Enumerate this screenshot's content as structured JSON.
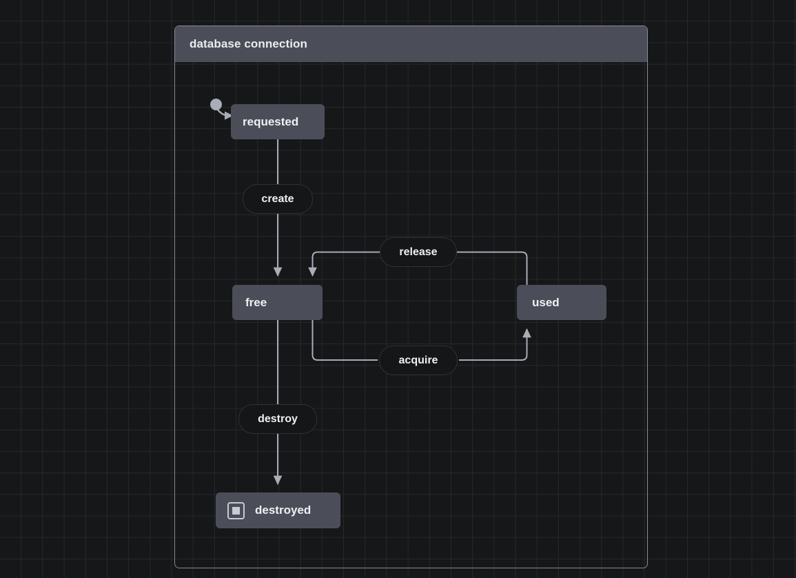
{
  "diagram": {
    "type": "state-machine",
    "title": "database connection",
    "states": [
      {
        "id": "requested",
        "label": "requested",
        "kind": "state"
      },
      {
        "id": "free",
        "label": "free",
        "kind": "state"
      },
      {
        "id": "used",
        "label": "used",
        "kind": "state"
      },
      {
        "id": "destroyed",
        "label": "destroyed",
        "kind": "final-state"
      }
    ],
    "transitions": [
      {
        "id": "start",
        "label": "",
        "from": "start",
        "to": "requested"
      },
      {
        "id": "create",
        "label": "create",
        "from": "requested",
        "to": "free"
      },
      {
        "id": "release",
        "label": "release",
        "from": "used",
        "to": "free"
      },
      {
        "id": "acquire",
        "label": "acquire",
        "from": "free",
        "to": "used"
      },
      {
        "id": "destroy",
        "label": "destroy",
        "from": "free",
        "to": "destroyed"
      }
    ],
    "colors": {
      "canvas_background": "#151719",
      "grid_line": "#26292c",
      "state_fill": "#4b4e58",
      "state_text": "#f0f0f2",
      "label_fill": "#141618",
      "label_border": "#2f3236",
      "edge_line": "#a9adb6",
      "container_border": "#878c96",
      "title_bar_fill": "#4b4e58"
    }
  }
}
